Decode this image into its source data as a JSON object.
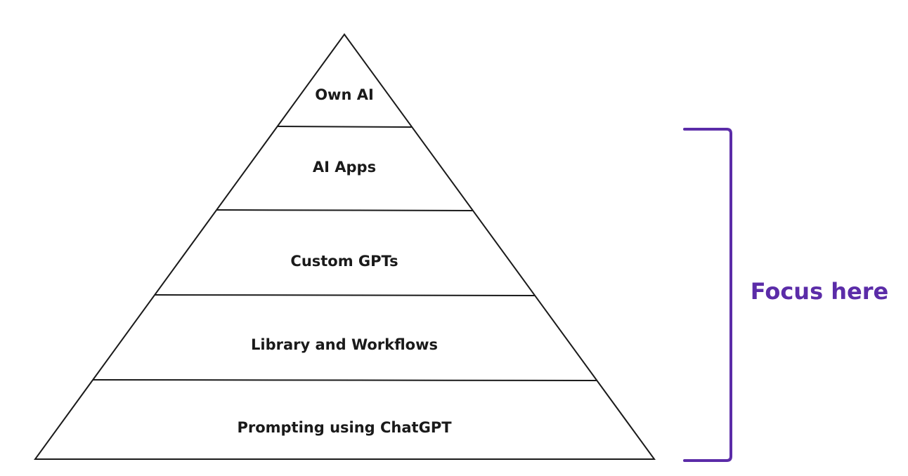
{
  "diagram": {
    "type": "pyramid",
    "levels": [
      {
        "label": "Own AI"
      },
      {
        "label": "AI Apps"
      },
      {
        "label": "Custom GPTs"
      },
      {
        "label": "Library and Workflows"
      },
      {
        "label": "Prompting using ChatGPT"
      }
    ],
    "bracket": {
      "label": "Focus here",
      "covers_levels": [
        "AI Apps",
        "Custom GPTs",
        "Library and Workflows",
        "Prompting using ChatGPT"
      ],
      "color": "#5b2ca8"
    },
    "line_color": "#1a1a1a",
    "text_color": "#1a1a1a"
  }
}
